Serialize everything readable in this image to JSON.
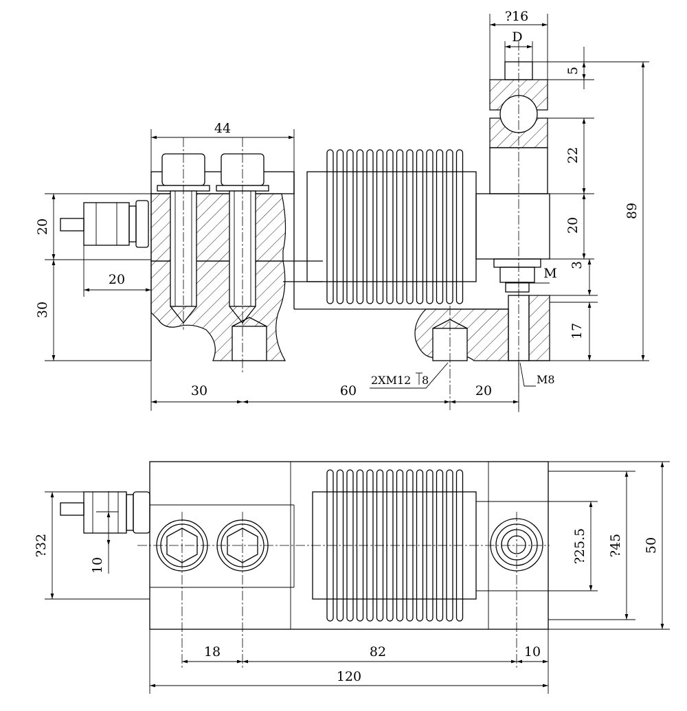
{
  "front_view": {
    "dimensions": {
      "d44": "44",
      "d16": "?16",
      "dD": "D",
      "d5": "5",
      "d22": "22",
      "d20_right": "20",
      "d3": "3",
      "d17": "17",
      "d89": "89",
      "d20_left": "20",
      "d30_left": "30",
      "d20_cable": "20",
      "dM": "M",
      "d30_bottom": "30",
      "d60": "60",
      "d20_bottom": "20",
      "thread_callout": "2XM12",
      "thread_depth": "8",
      "m8_callout": "M8"
    }
  },
  "top_view": {
    "dimensions": {
      "d32": "?32",
      "d10_left": "10",
      "d25_5": "?25.5",
      "d45": "?45",
      "d50": "50",
      "d18": "18",
      "d82": "82",
      "d10_right": "10",
      "d120": "120"
    }
  }
}
